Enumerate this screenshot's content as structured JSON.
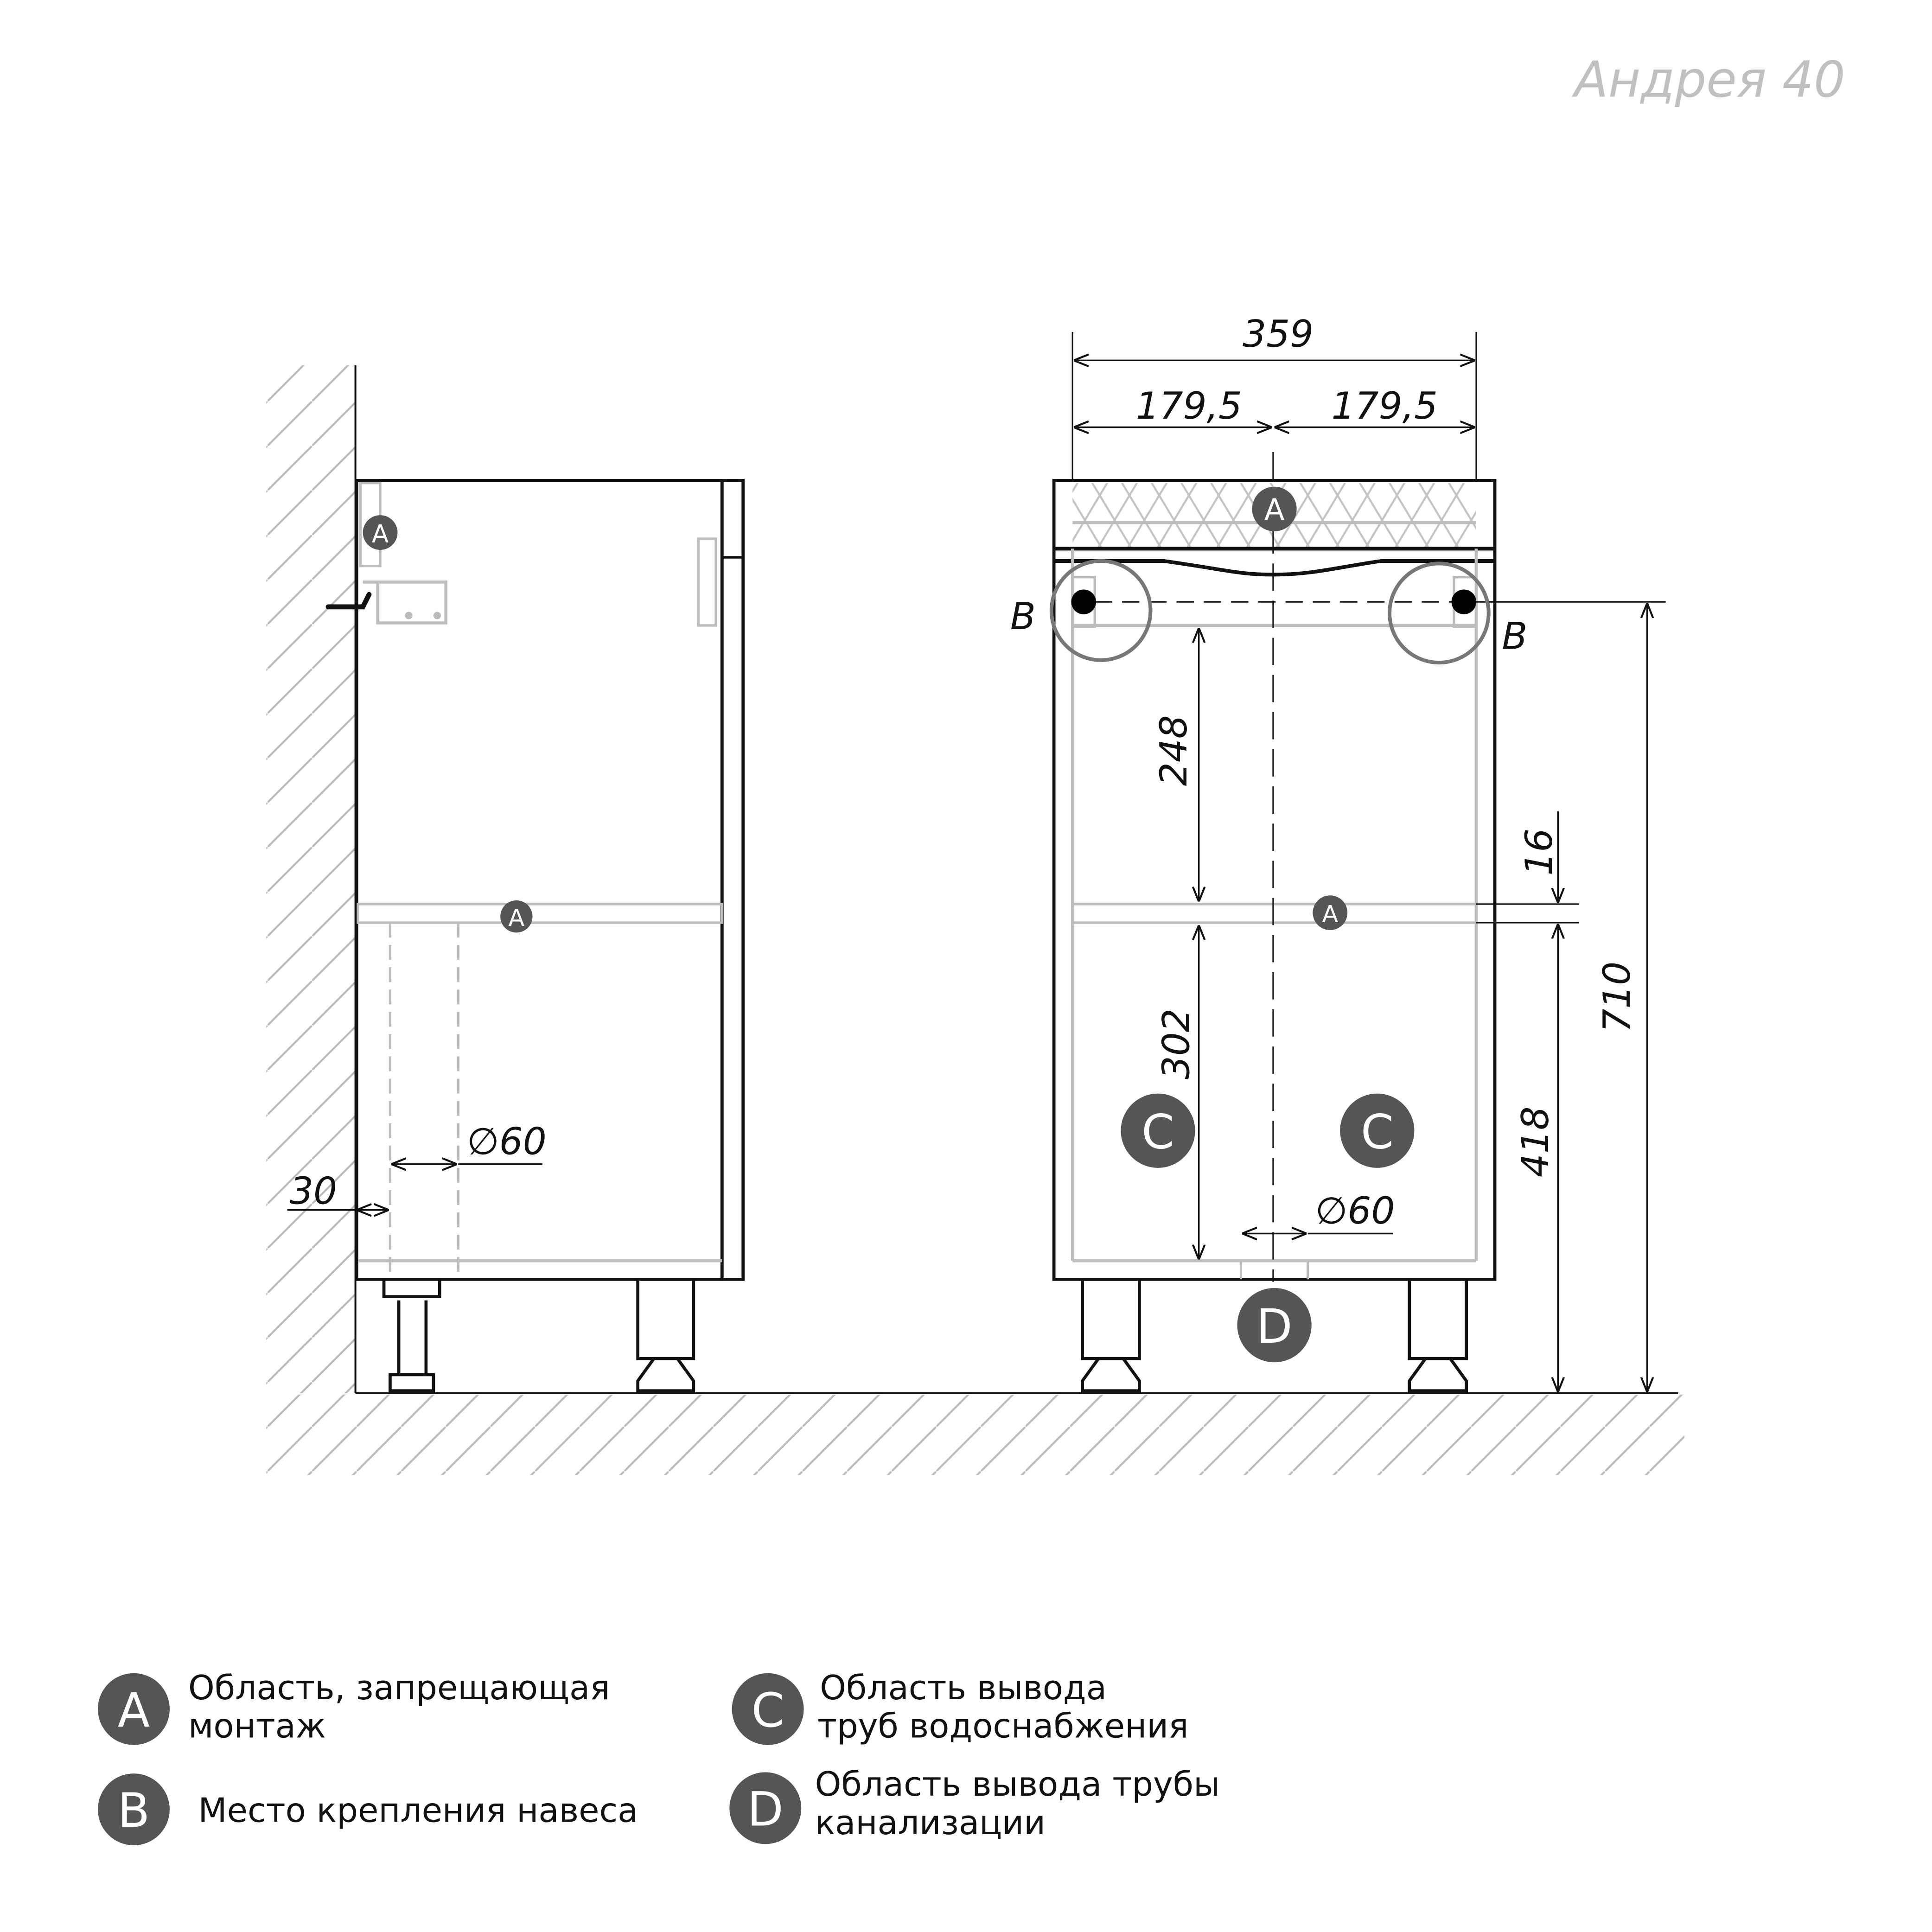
{
  "title": "Андрея 40",
  "colors": {
    "marker": "#555555",
    "line": "#111111",
    "hidden": "#bdbdbd",
    "title": "#c0c0c0"
  },
  "side_view": {
    "marker_a_top": "A",
    "marker_a_shelf": "A",
    "dim_pipe_diameter": "∅60",
    "dim_wall_offset": "30"
  },
  "front_view": {
    "dim_total_width": "359",
    "dim_half_left": "179,5",
    "dim_half_right": "179,5",
    "dim_upper": "248",
    "dim_shelf": "16",
    "dim_lower": "302",
    "dim_floor_to_shelf": "418",
    "dim_total_height": "710",
    "dim_pipe_diameter": "∅60",
    "marker_a_top": "A",
    "marker_a_shelf": "A",
    "marker_b_left": "B",
    "marker_b_right": "B",
    "marker_c_left": "C",
    "marker_c_right": "C",
    "marker_d": "D"
  },
  "legend": [
    {
      "letter": "A",
      "line1": "Область, запрещающая",
      "line2": "монтаж"
    },
    {
      "letter": "B",
      "line1": "Место крепления навеса",
      "line2": ""
    },
    {
      "letter": "C",
      "line1": "Область вывода",
      "line2": "труб водоснабжения"
    },
    {
      "letter": "D",
      "line1": "Область вывода трубы",
      "line2": "канализации"
    }
  ]
}
